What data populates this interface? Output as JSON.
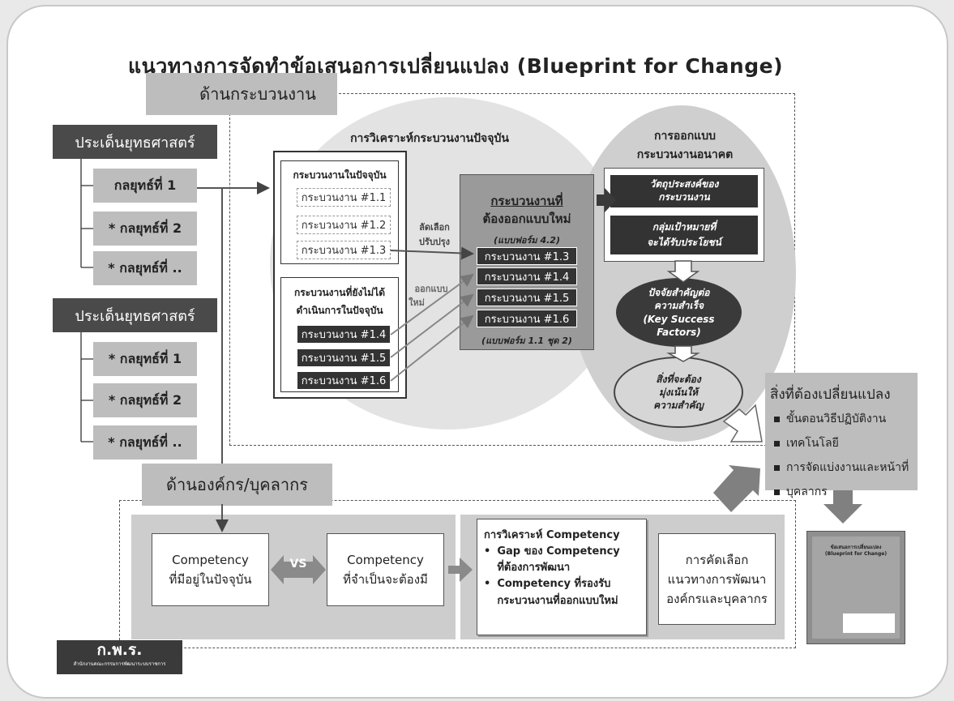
{
  "title": "แนวทางการจัดทำข้อเสนอการเปลี่ยนแปลง (Blueprint for Change)",
  "process_section": {
    "label": "ด้านกระบวนงาน"
  },
  "people_section": {
    "label": "ด้านองค์กร/บุคลากร"
  },
  "strategy_groups": [
    {
      "header": "ประเด็นยุทธศาสตร์",
      "items": [
        "กลยุทธ์ที่ 1",
        "* กลยุทธ์ที่ 2",
        "* กลยุทธ์ที่ .."
      ]
    },
    {
      "header": "ประเด็นยุทธศาสตร์",
      "items": [
        "* กลยุทธ์ที่ 1",
        "* กลยุทธ์ที่ 2",
        "* กลยุทธ์ที่ .."
      ]
    }
  ],
  "current_analysis": {
    "title": "การวิเคราะห์กระบวนงานปัจจุบัน",
    "current_box_title": "กระบวนงานในปัจจุบัน",
    "current_items": [
      "กระบวนงาน #1.1",
      "กระบวนงาน #1.2",
      "กระบวนงาน #1.3"
    ],
    "not_yet_title_1": "กระบวนงานที่ยังไม่ได้",
    "not_yet_title_2": "ดำเนินการในปัจจุบัน",
    "not_yet_items": [
      "กระบวนงาน #1.4",
      "กระบวนงาน #1.5",
      "กระบวนงาน #1.6"
    ],
    "label_streamline_1": "ลัดเลือก",
    "label_streamline_2": "ปรับปรุง",
    "label_design_1": "ออกแบบ",
    "label_design_2": "ใหม่"
  },
  "redesign": {
    "title_1": "กระบวนงานที่",
    "title_2": "ต้องออกแบบใหม่",
    "form_top": "(แบบฟอร์ม 4.2)",
    "items": [
      "กระบวนงาน #1.3",
      "กระบวนงาน #1.4",
      "กระบวนงาน #1.5",
      "กระบวนงาน #1.6"
    ],
    "form_bottom": "(แบบฟอร์ม 1.1 ชุด 2)"
  },
  "future_design": {
    "title_1": "การออกแบบ",
    "title_2": "กระบวนงานอนาคต",
    "objective_1": "วัตถุประสงค์ของ",
    "objective_2": "กระบวนงาน",
    "target_1": "กลุ่มเป้าหมายที่",
    "target_2": "จะได้รับประโยชน์",
    "ksf_1": "ปัจจัยสำคัญต่อ",
    "ksf_2": "ความสำเร็จ",
    "ksf_3": "(Key Success",
    "ksf_4": "Factors)",
    "focus_1": "สิ่งที่จะต้อง",
    "focus_2": "มุ่งเน้นให้",
    "focus_3": "ความสำคัญ"
  },
  "changes": {
    "title": "สิ่งที่ต้องเปลี่ยนแปลง",
    "items": [
      "ขั้นตอนวิธีปฏิบัติงาน",
      "เทคโนโลยี",
      "การจัดแบ่งงานและหน้าที่",
      "บุคลากร"
    ]
  },
  "competency": {
    "current_1": "Competency",
    "current_2": "ที่มีอยู่ในปัจจุบัน",
    "vs": "VS",
    "required_1": "Competency",
    "required_2": "ที่จำเป็นจะต้องมี",
    "analysis_title": "การวิเคราะห์ Competency",
    "analysis_b1_1": "Gap ของ Competency",
    "analysis_b1_2": "ที่ต้องการพัฒนา",
    "analysis_b2_1": "Competency ที่รองรับ",
    "analysis_b2_2": "กระบวนงานที่ออกแบบใหม่",
    "select_1": "การคัดเลือก",
    "select_2": "แนวทางการพัฒนา",
    "select_3": "องค์กรและบุคลากร"
  },
  "document": {
    "title_1": "ข้อเสนอการเปลี่ยนแปลง",
    "title_2": "(Blueprint for Change)"
  },
  "logo": {
    "text": "ก.พ.ร.",
    "subtitle": "สำนักงานคณะกรรมการพัฒนาระบบราชการ"
  },
  "colors": {
    "dark": "#333333",
    "mid_grey": "#bdbdbd",
    "light_grey": "#e3e3e3"
  }
}
